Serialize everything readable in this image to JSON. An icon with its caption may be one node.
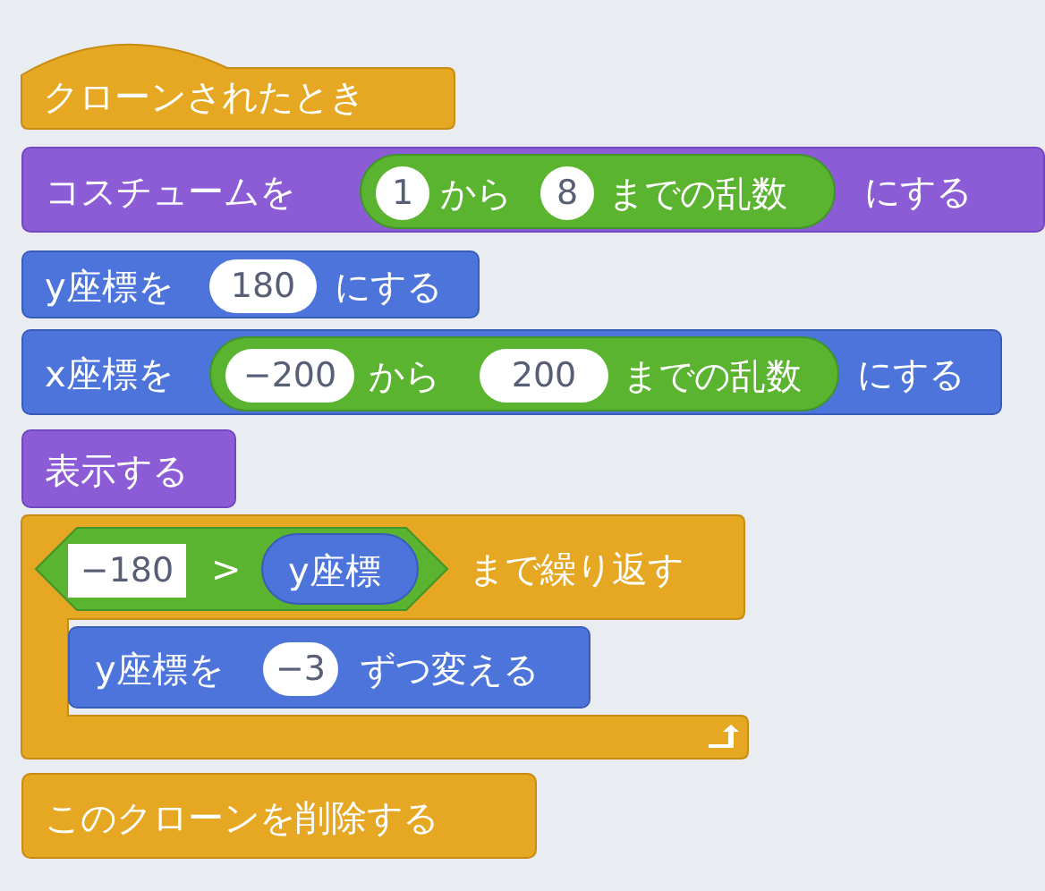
{
  "diagram": {
    "nodes": [
      {
        "text": [
          "クローンされたとき"
        ]
      },
      {
        "text": [
          "コスチュームを",
          "にする"
        ]
      },
      {
        "text": [
          "から",
          "までの乱数"
        ],
        "in": 1
      },
      {
        "text": [
          "1"
        ],
        "in": 2
      },
      {
        "text": [
          "8"
        ],
        "in": 2
      },
      {
        "text": [
          "y座標を",
          "にする"
        ]
      },
      {
        "text": [
          "180"
        ],
        "in": 5
      },
      {
        "text": [
          "x座標を",
          "にする"
        ]
      },
      {
        "text": [
          "から",
          "までの乱数"
        ],
        "in": 7
      },
      {
        "text": [
          "−200"
        ],
        "in": 8
      },
      {
        "text": [
          "200"
        ],
        "in": 8
      },
      {
        "text": [
          "表示する"
        ]
      },
      {
        "text": [
          "まで繰り返す"
        ]
      },
      {
        "text": [
          ">"
        ],
        "in": 12
      },
      {
        "text": [
          "−180"
        ],
        "in": 13
      },
      {
        "text": [
          "y座標"
        ],
        "in": 13
      },
      {
        "text": [
          "y座標を",
          "ずつ変える"
        ],
        "in": 12
      },
      {
        "text": [
          "−3"
        ],
        "in": 16
      },
      {
        "text": [
          "このクローンを削除する"
        ]
      }
    ]
  }
}
